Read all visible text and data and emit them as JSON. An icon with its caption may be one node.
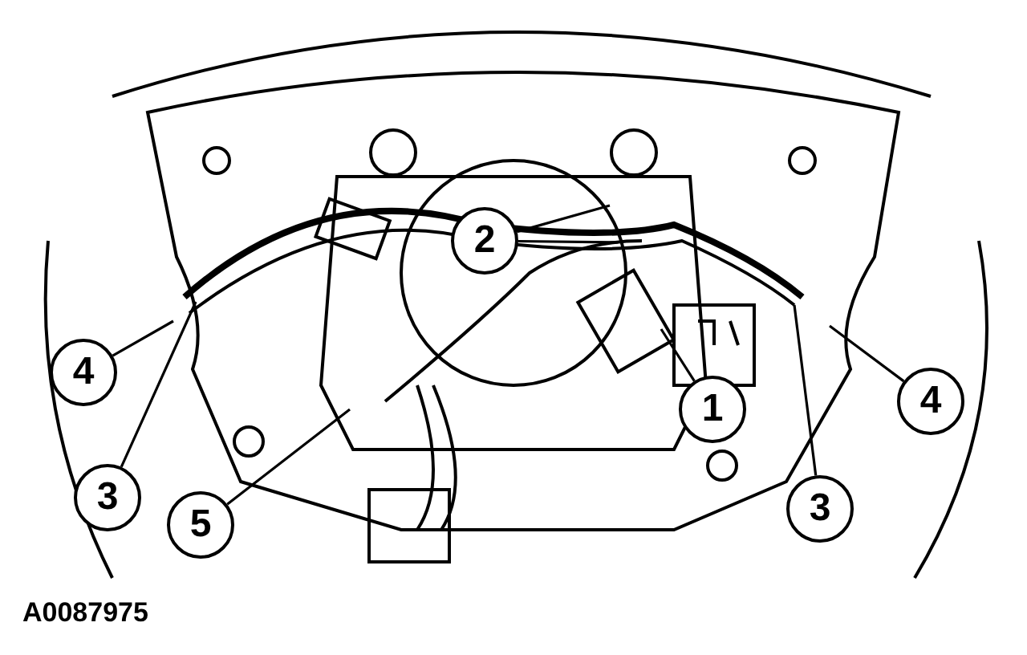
{
  "diagram": {
    "nodes": [
      {
        "text": [
          "2"
        ]
      },
      {
        "text": [
          "4"
        ]
      },
      {
        "text": [
          "1"
        ]
      },
      {
        "text": [
          "4"
        ]
      },
      {
        "text": [
          "3"
        ]
      },
      {
        "text": [
          "5"
        ]
      },
      {
        "text": [
          "3"
        ]
      }
    ],
    "edges": [
      {
        "from": 0,
        "to": null,
        "arrow": "none"
      },
      {
        "from": 0,
        "to": null,
        "arrow": "none"
      },
      {
        "from": 1,
        "to": null,
        "arrow": "none"
      },
      {
        "from": 2,
        "to": null,
        "arrow": "none"
      },
      {
        "from": 3,
        "to": null,
        "arrow": "none"
      },
      {
        "from": 4,
        "to": null,
        "arrow": "none"
      },
      {
        "from": 5,
        "to": null,
        "arrow": "none"
      },
      {
        "from": 6,
        "to": null,
        "arrow": "none"
      }
    ],
    "labels": [
      "A0087975"
    ]
  }
}
